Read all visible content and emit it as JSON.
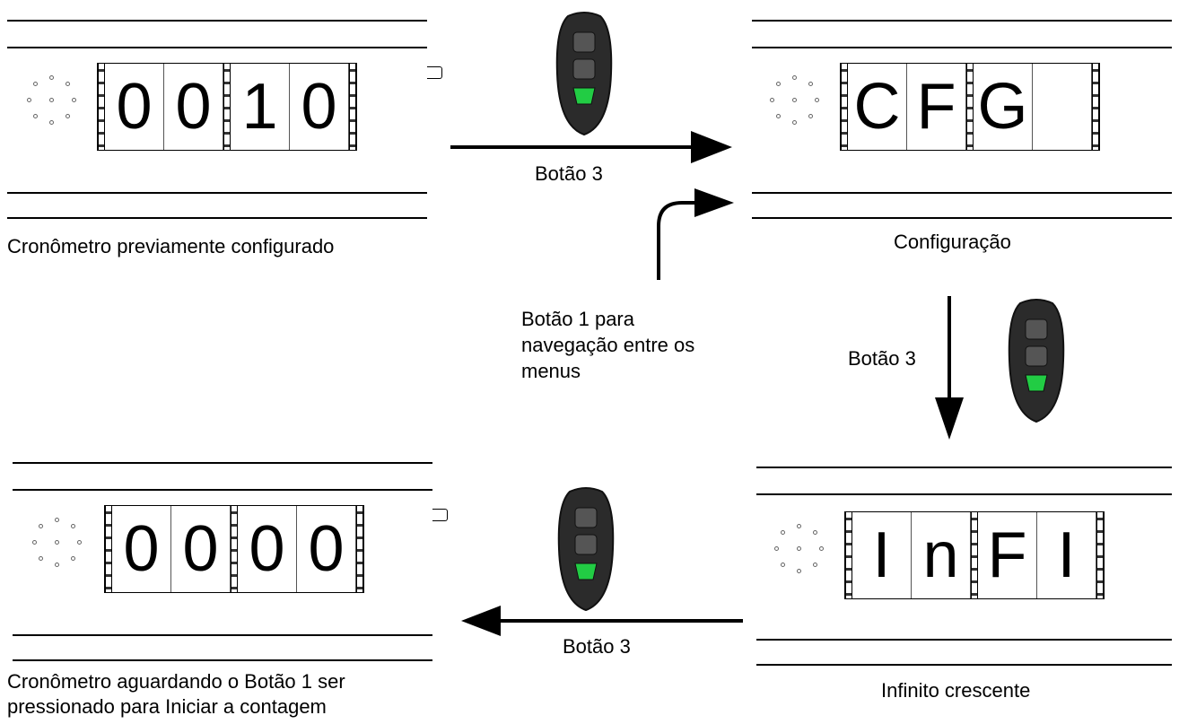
{
  "panels": [
    {
      "digits": [
        "0",
        "0",
        "1",
        "0"
      ],
      "caption": "Cronômetro previamente configurado"
    },
    {
      "digits": [
        "C",
        "F",
        "G",
        ""
      ],
      "caption": "Configuração"
    },
    {
      "digits": [
        "I",
        "n",
        "F",
        "I"
      ],
      "caption": "Infinito crescente"
    },
    {
      "digits": [
        "0",
        "0",
        "0",
        "0"
      ],
      "caption_line1": "Cronômetro aguardando o Botão 1 ser",
      "caption_line2": "pressionado para Iniciar a contagem"
    }
  ],
  "arrows": {
    "top": "Botão 3",
    "right": "Botão 3",
    "bottom": "Botão 3",
    "nav_line1": "Botão 1 para",
    "nav_line2": "navegação entre os",
    "nav_line3": "menus"
  },
  "colors": {
    "remote_body": "#2b2b2b",
    "remote_button_active": "#22cc44"
  },
  "icons": [
    "speaker-grille-icon",
    "remote-control-icon"
  ]
}
